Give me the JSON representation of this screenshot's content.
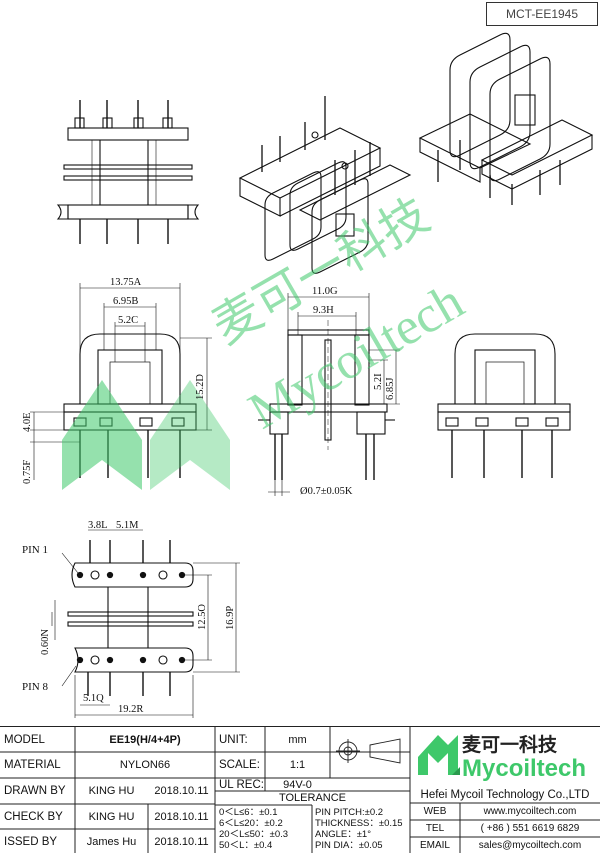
{
  "part_code": "MCT-EE1945",
  "dimensions": {
    "A": "13.75A",
    "B": "6.95B",
    "C": "5.2C",
    "D": "15.2D",
    "E": "4.0E",
    "F": "0.75F",
    "G": "11.0G",
    "H": "9.3H",
    "I": "5.2I",
    "J": "6.85J",
    "K": "Ø0.7±0.05K",
    "L": "3.8L",
    "M": "5.1M",
    "N": "0.60N",
    "O": "12.5O",
    "P": "16.9P",
    "Q": "5.1Q",
    "R": "19.2R"
  },
  "pins": {
    "pin1": "PIN 1",
    "pin8": "PIN 8"
  },
  "watermark": {
    "cn": "麦可一科技",
    "en": "Mycoiltech"
  },
  "title_block": {
    "model_label": "MODEL",
    "model_value": "EE19(H/4+4P)",
    "material_label": "MATERIAL",
    "material_value": "NYLON66",
    "drawn_label": "DRAWN BY",
    "drawn_name": "KING HU",
    "drawn_date": "2018.10.11",
    "check_label": "CHECK BY",
    "check_name": "KING HU",
    "check_date": "2018.10.11",
    "issued_label": "ISSED BY",
    "issued_name": "James Hu",
    "issued_date": "2018.10.11",
    "unit_label": "UNIT:",
    "unit_value": "mm",
    "scale_label": "SCALE:",
    "scale_value": "1:1",
    "ul_label": "UL REC:",
    "ul_value": "94V-0",
    "tolerance_title": "TOLERANCE",
    "tol_1": "0＜L≤6：±0.1",
    "tol_2": "6＜L≤20：±0.2",
    "tol_3": "20＜L≤50：±0.3",
    "tol_4": "50＜L：±0.4",
    "pin_pitch": "PIN PITCH:±0.2",
    "thickness": "THICKNESS：±0.15",
    "angle": "ANGLE：±1°",
    "pin_dia": "PIN DIA：±0.05",
    "logo_cn": "麦可一科技",
    "logo_en": "Mycoiltech",
    "company": "Hefei Mycoil Technology Co.,LTD",
    "web_label": "WEB",
    "web_value": "www.mycoiltech.com",
    "tel_label": "TEL",
    "tel_value": "( +86 ) 551 6619 6829",
    "email_label": "EMAIL",
    "email_value": "sales@mycoiltech.com"
  },
  "colors": {
    "green": "#3ec86a",
    "line": "#111111"
  }
}
